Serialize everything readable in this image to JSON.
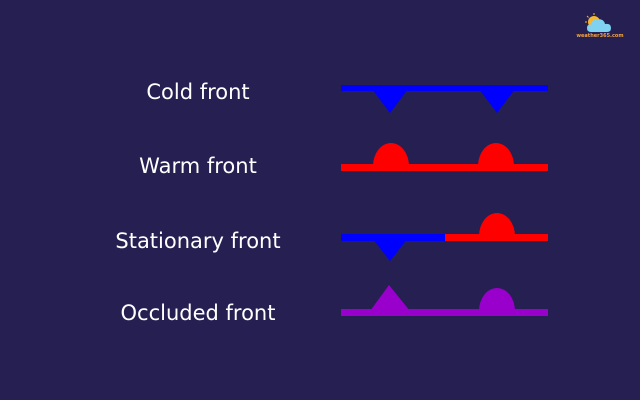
{
  "logo": {
    "text": "weather365.com",
    "icon": "sun-cloud-icon"
  },
  "fronts": [
    {
      "label": "Cold front",
      "type": "cold",
      "color": "#0000ff",
      "symbols": [
        "triangle",
        "triangle"
      ],
      "symbol_side": "below"
    },
    {
      "label": "Warm front",
      "type": "warm",
      "color": "#ff0000",
      "symbols": [
        "semicircle",
        "semicircle"
      ],
      "symbol_side": "above"
    },
    {
      "label": "Stationary front",
      "type": "stationary",
      "colors": [
        "#0000ff",
        "#ff0000"
      ],
      "symbols": [
        "triangle-below",
        "semicircle-above"
      ]
    },
    {
      "label": "Occluded front",
      "type": "occluded",
      "color": "#9900cc",
      "symbols": [
        "triangle",
        "semicircle"
      ],
      "symbol_side": "above"
    }
  ],
  "colors": {
    "background": "#251f52",
    "cold": "#0000ff",
    "warm": "#ff0000",
    "occluded": "#9900cc",
    "text": "#ffffff"
  }
}
